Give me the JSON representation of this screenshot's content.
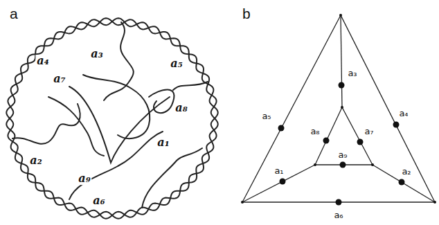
{
  "diagram": {
    "labels": [
      "a",
      "a₄",
      "a₃",
      "a₅",
      "a₇",
      "a₈",
      "a₂",
      "a₁",
      "a₉",
      "a₆",
      "b",
      "a₃",
      "a₅",
      "a₈",
      "a₇",
      "a₄",
      "a₁",
      "a₉",
      "a₂",
      "a₆"
    ]
  }
}
